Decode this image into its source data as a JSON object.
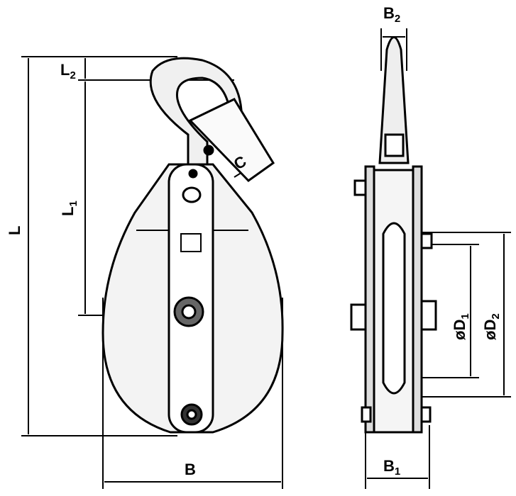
{
  "title": "Snatch block with hook – dimension drawing",
  "labels": {
    "B2": {
      "main": "B",
      "sub": "2"
    },
    "L2": {
      "main": "L",
      "sub": "2"
    },
    "L": {
      "main": "L"
    },
    "L1": {
      "main": "L",
      "sub": "1"
    },
    "C": {
      "main": "C"
    },
    "D1": {
      "prefix": "ø",
      "main": "D",
      "sub": "1"
    },
    "D2": {
      "prefix": "ø",
      "main": "D",
      "sub": "2"
    },
    "B": {
      "main": "B"
    },
    "B1": {
      "main": "B",
      "sub": "1"
    }
  }
}
